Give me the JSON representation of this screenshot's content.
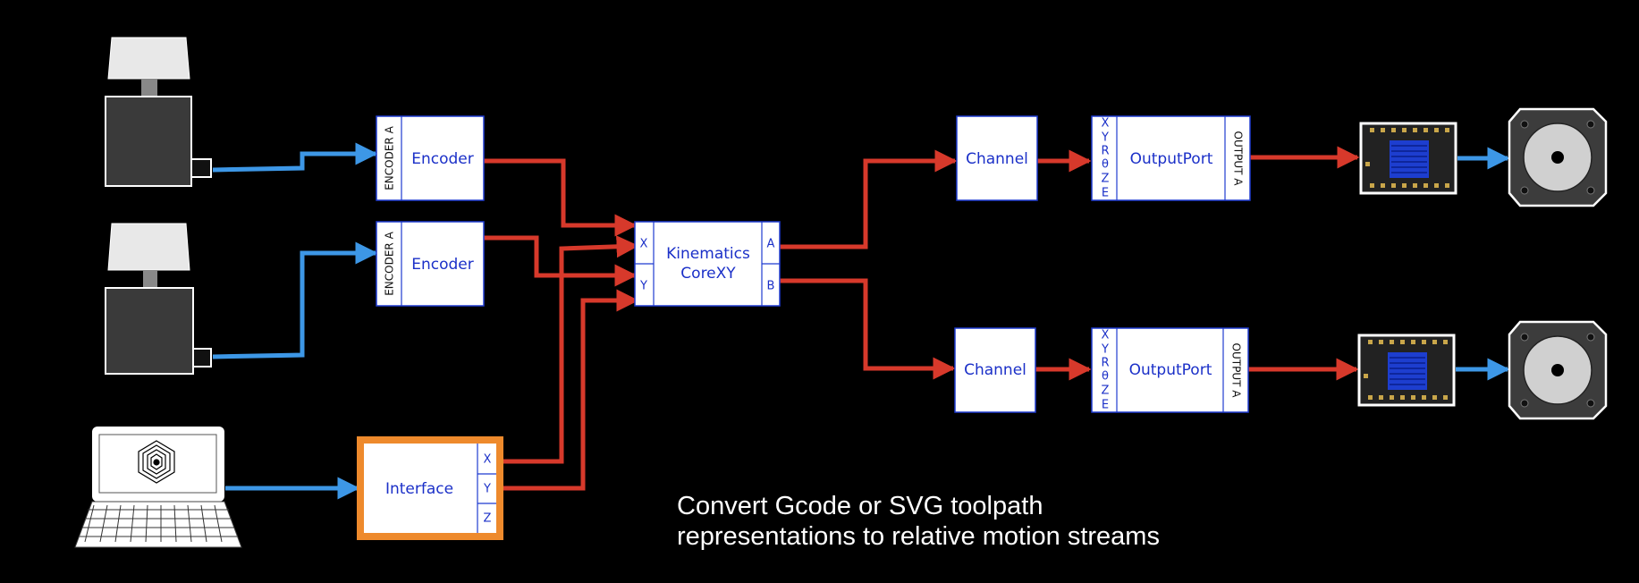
{
  "caption": {
    "line1": "Convert Gcode or SVG toolpath",
    "line2": "representations to relative motion streams"
  },
  "encoders": [
    {
      "side_label": "ENCODER A",
      "label": "Encoder"
    },
    {
      "side_label": "ENCODER A",
      "label": "Encoder"
    }
  ],
  "interface": {
    "label": "Interface",
    "ports": [
      "X",
      "Y",
      "Z"
    ]
  },
  "kinematics": {
    "line1": "Kinematics",
    "line2": "CoreXY",
    "inputs": [
      "X",
      "Y"
    ],
    "outputs": [
      "A",
      "B"
    ]
  },
  "channels": [
    {
      "label": "Channel"
    },
    {
      "label": "Channel"
    }
  ],
  "output_ports": [
    {
      "label": "OutputPort",
      "inputs": [
        "X",
        "Y",
        "R",
        "θ",
        "Z",
        "E"
      ],
      "side_label": "OUTPUT A"
    },
    {
      "label": "OutputPort",
      "inputs": [
        "X",
        "Y",
        "R",
        "θ",
        "Z",
        "E"
      ],
      "side_label": "OUTPUT A"
    }
  ],
  "colors": {
    "data_wire": "#d7392b",
    "input_wire": "#3d97e6",
    "block_border": "#1f3bd0",
    "interface_border": "#ee8a2c",
    "background": "#000000"
  },
  "icons": [
    "rotary-encoder-icon",
    "laptop-icon",
    "stepper-driver-icon",
    "stepper-motor-icon"
  ]
}
